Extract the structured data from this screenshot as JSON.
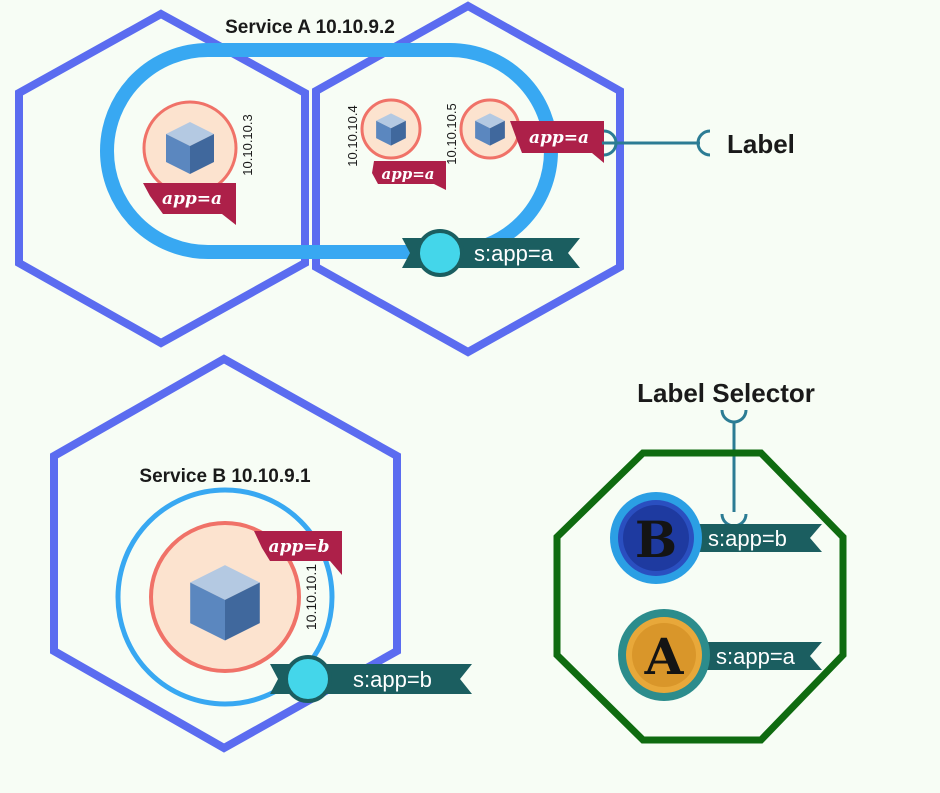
{
  "service_a": {
    "title": "Service A 10.10.9.2",
    "selector": "s:app=a"
  },
  "service_b": {
    "title": "Service B 10.10.9.1",
    "selector": "s:app=b"
  },
  "pods": [
    {
      "ip": "10.10.10.3",
      "label": "app=a"
    },
    {
      "ip": "10.10.10.4",
      "label": "app=a"
    },
    {
      "ip": "10.10.10.5",
      "label": "app=a"
    },
    {
      "ip": "10.10.10.1",
      "label": "app=b"
    }
  ],
  "legend": {
    "label_caption": "Label",
    "selector_caption": "Label Selector",
    "b_letter": "B",
    "b_selector": "s:app=b",
    "a_letter": "A",
    "a_selector": "s:app=a"
  },
  "colors": {
    "node_hex": "#5b6cf0",
    "service_a_ring": "#38a8f2",
    "service_b_ring": "#38a8f2",
    "pod_fill": "#fce3cf",
    "pod_stroke": "#f07268",
    "label_ribbon": "#ad2049",
    "selector_ribbon": "#1b5e60",
    "selector_dot": "#44d6ea",
    "octagon": "#0f6b10",
    "cube": "#4b7cb5"
  }
}
